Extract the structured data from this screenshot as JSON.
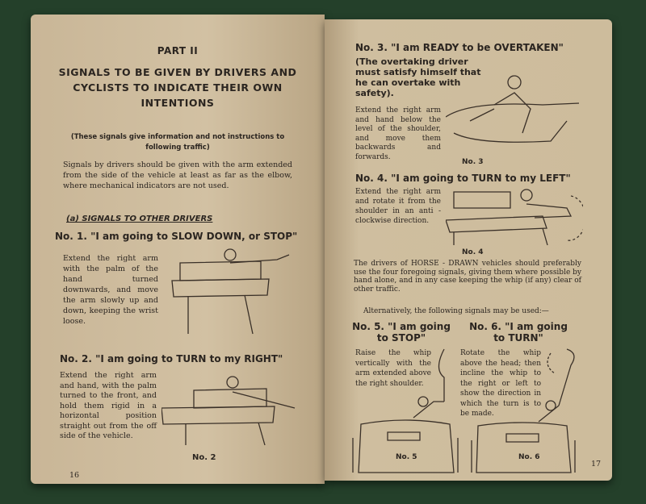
{
  "left_page": {
    "part": "PART II",
    "title": "SIGNALS TO BE GIVEN BY DRIVERS AND CYCLISTS TO INDICATE THEIR OWN INTENTIONS",
    "note": "(These signals give information and not instructions to following traffic)",
    "intro": "Signals by drivers should be given with the arm extended from the side of the vehicle at least as far as the elbow, where mechanical indicators are not used.",
    "section": "(a) SIGNALS TO OTHER DRIVERS",
    "signal1_title": "No. 1. \"I am going to SLOW DOWN, or STOP\"",
    "signal1_text": "Extend the right arm with the palm of the hand turned downwards, and move the arm slowly up and down, keeping the wrist loose.",
    "signal2_title": "No. 2. \"I am going to TURN to my RIGHT\"",
    "signal2_text": "Extend the right arm and hand, with the palm turned to the front, and hold them rigid in a horizontal position straight out from the off side of the vehicle.",
    "fig2_label": "No. 2",
    "page_number": "16"
  },
  "right_page": {
    "signal3_title": "No. 3.  \"I am READY to be OVERTAKEN\"",
    "signal3_note": "(The overtaking driver must satisfy himself that he can overtake with safety).",
    "signal3_text": "Extend the right arm and hand below the level of the shoulder, and move them backwards and forwards.",
    "fig3_label": "No. 3",
    "signal4_title": "No. 4.  \"I am going to TURN to my LEFT\"",
    "signal4_text": "Extend the right arm and rotate it from the shoulder in an anti - clockwise direction.",
    "fig4_label": "No. 4",
    "horse_text": "The drivers of HORSE - DRAWN vehicles should preferably use the four foregoing signals, giving them where possible by hand alone, and in any case keeping the whip (if any) clear of other traffic.",
    "alt_text": "Alternatively, the following signals may be used:—",
    "signal5_title": "No. 5. \"I am going to STOP\"",
    "signal5_text": "Raise the whip vertically with the arm extended above the right shoulder.",
    "fig5_label": "No. 5",
    "signal6_title": "No. 6. \"I am going to TURN\"",
    "signal6_text": "Rotate the whip above the head; then incline the whip to the right or left to show the direction in which the turn is to be made.",
    "fig6_label": "No. 6",
    "page_number": "17"
  }
}
